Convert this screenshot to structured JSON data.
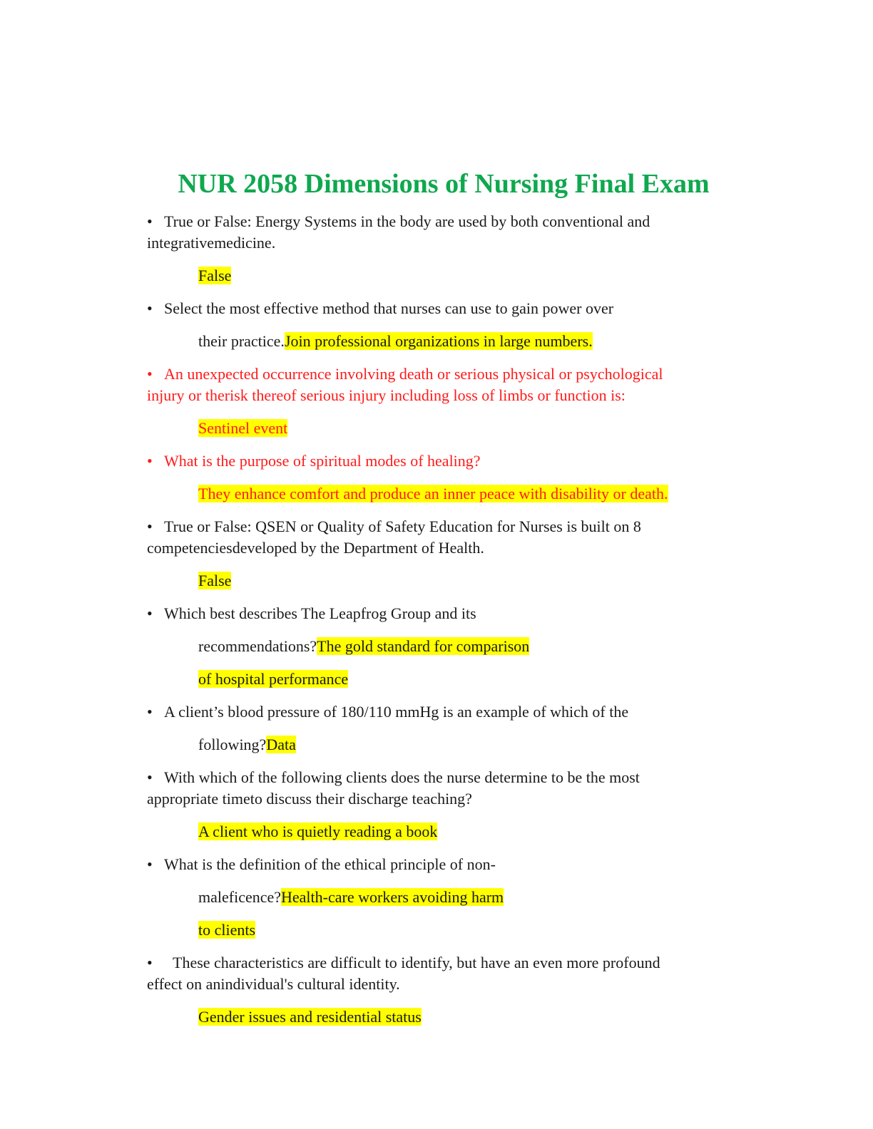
{
  "title": "NUR 2058 Dimensions of Nursing Final Exam",
  "bullet": "•",
  "items": [
    {
      "q1": "True or False: Energy Systems in the body are used by both conventional and",
      "q2": "integrativemedicine.",
      "answer": "False"
    },
    {
      "q1": "Select the most effective method that nurses can use to gain power over",
      "lead": "their practice.",
      "answer": "Join professional organizations in large numbers."
    },
    {
      "q1": "An unexpected occurrence involving death or serious physical or psychological",
      "q2": "injury or therisk thereof serious injury including loss of limbs or function is:",
      "answer": "Sentinel event"
    },
    {
      "q1": "What is the purpose of spiritual modes of healing?",
      "answer": "They enhance comfort and produce an inner peace with disability or death."
    },
    {
      "q1": "True or False: QSEN or Quality of Safety Education for Nurses is built on 8",
      "q2": "competenciesdeveloped by the Department of Health.",
      "answer": "False"
    },
    {
      "q1": "Which best describes The Leapfrog Group and its",
      "lead": "recommendations?",
      "answer": "The gold standard for comparison",
      "answer2": "of hospital performance"
    },
    {
      "q1": "A client’s blood pressure of 180/110 mmHg is an example of which of the",
      "lead": "following?",
      "answer": "Data"
    },
    {
      "q1": "With which of the following clients does the nurse determine to be the most",
      "q2": "appropriate timeto discuss their discharge teaching?",
      "answer": "A client who is quietly reading a book"
    },
    {
      "q1": "What is the definition of the ethical principle of non-",
      "lead": "maleficence?",
      "answer": "Health-care workers avoiding harm",
      "answer2": "to clients"
    },
    {
      "q1": "These characteristics are difficult to identify, but have an even more profound",
      "q2": "effect on anindividual's cultural identity.",
      "answer": "Gender issues and residential status"
    }
  ],
  "colors": {
    "title": "#0fa84e",
    "highlight": "#ffff00",
    "red_text": "#ff1a1a",
    "body_text": "#1a1a1a"
  }
}
